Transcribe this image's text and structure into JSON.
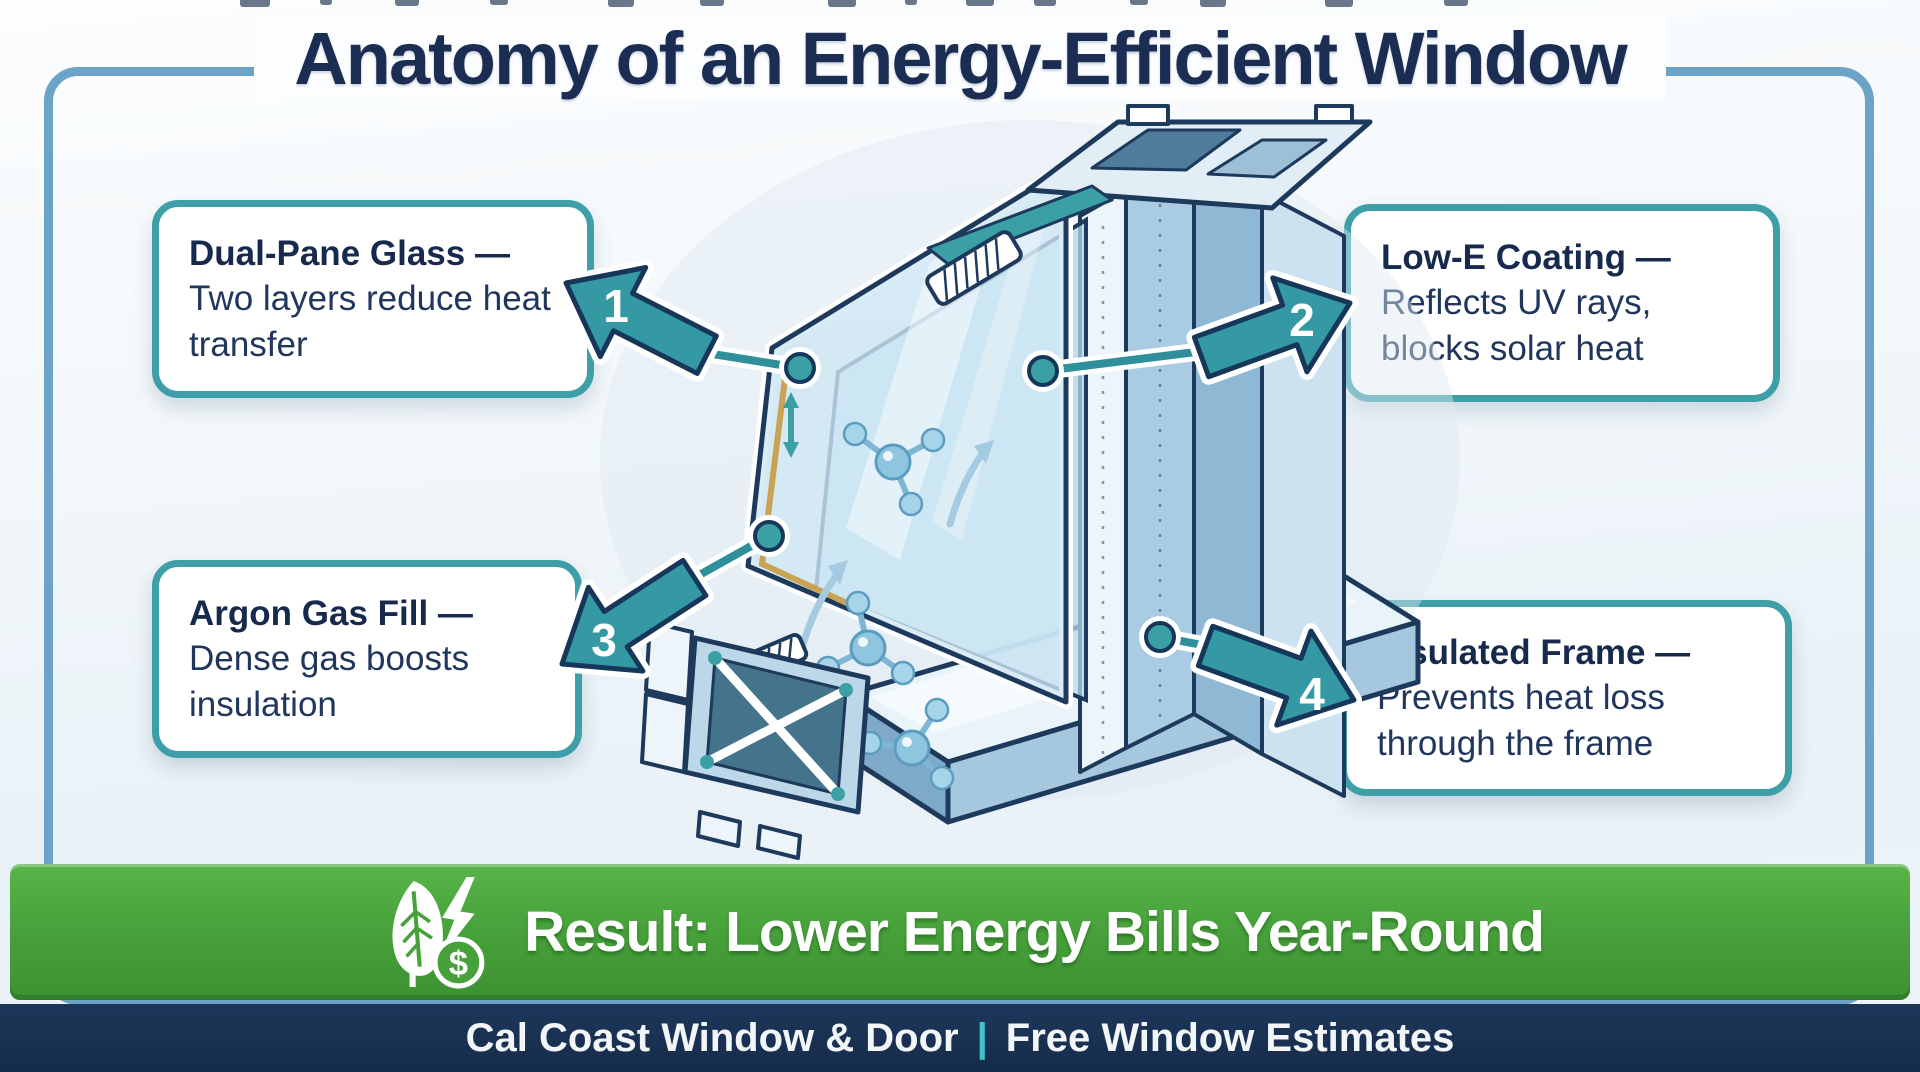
{
  "title": "Anatomy of an Energy-Efficient Window",
  "callouts": [
    {
      "number": "1",
      "heading": "Dual-Pane Glass —",
      "body": "Two layers reduce heat transfer"
    },
    {
      "number": "2",
      "heading": "Low-E Coating —",
      "body": "Reflects UV rays, blocks solar heat"
    },
    {
      "number": "3",
      "heading": "Argon Gas Fill —",
      "body": "Dense gas boosts insulation"
    },
    {
      "number": "4",
      "heading": "Insulated Frame —",
      "body": "Prevents heat loss through the frame"
    }
  ],
  "banner": {
    "text": "Result: Lower Energy Bills Year-Round",
    "dollar": "$",
    "icons": [
      "leaf-icon",
      "lightning-bolt-icon",
      "dollar-coin-icon"
    ],
    "background": "#47a13b"
  },
  "footer": {
    "company": "Cal Coast Window & Door",
    "separator": "|",
    "offer": "Free Window Estimates",
    "background": "#17304f",
    "separator_color": "#3fc3cb"
  },
  "colors": {
    "navy_text": "#1b2d52",
    "accent_teal": "#3599a3",
    "card_border_teal": "#3f9fa9",
    "outer_border_blue": "#6ba4c8",
    "banner_green": "#47a13b",
    "footer_navy": "#17304f"
  }
}
